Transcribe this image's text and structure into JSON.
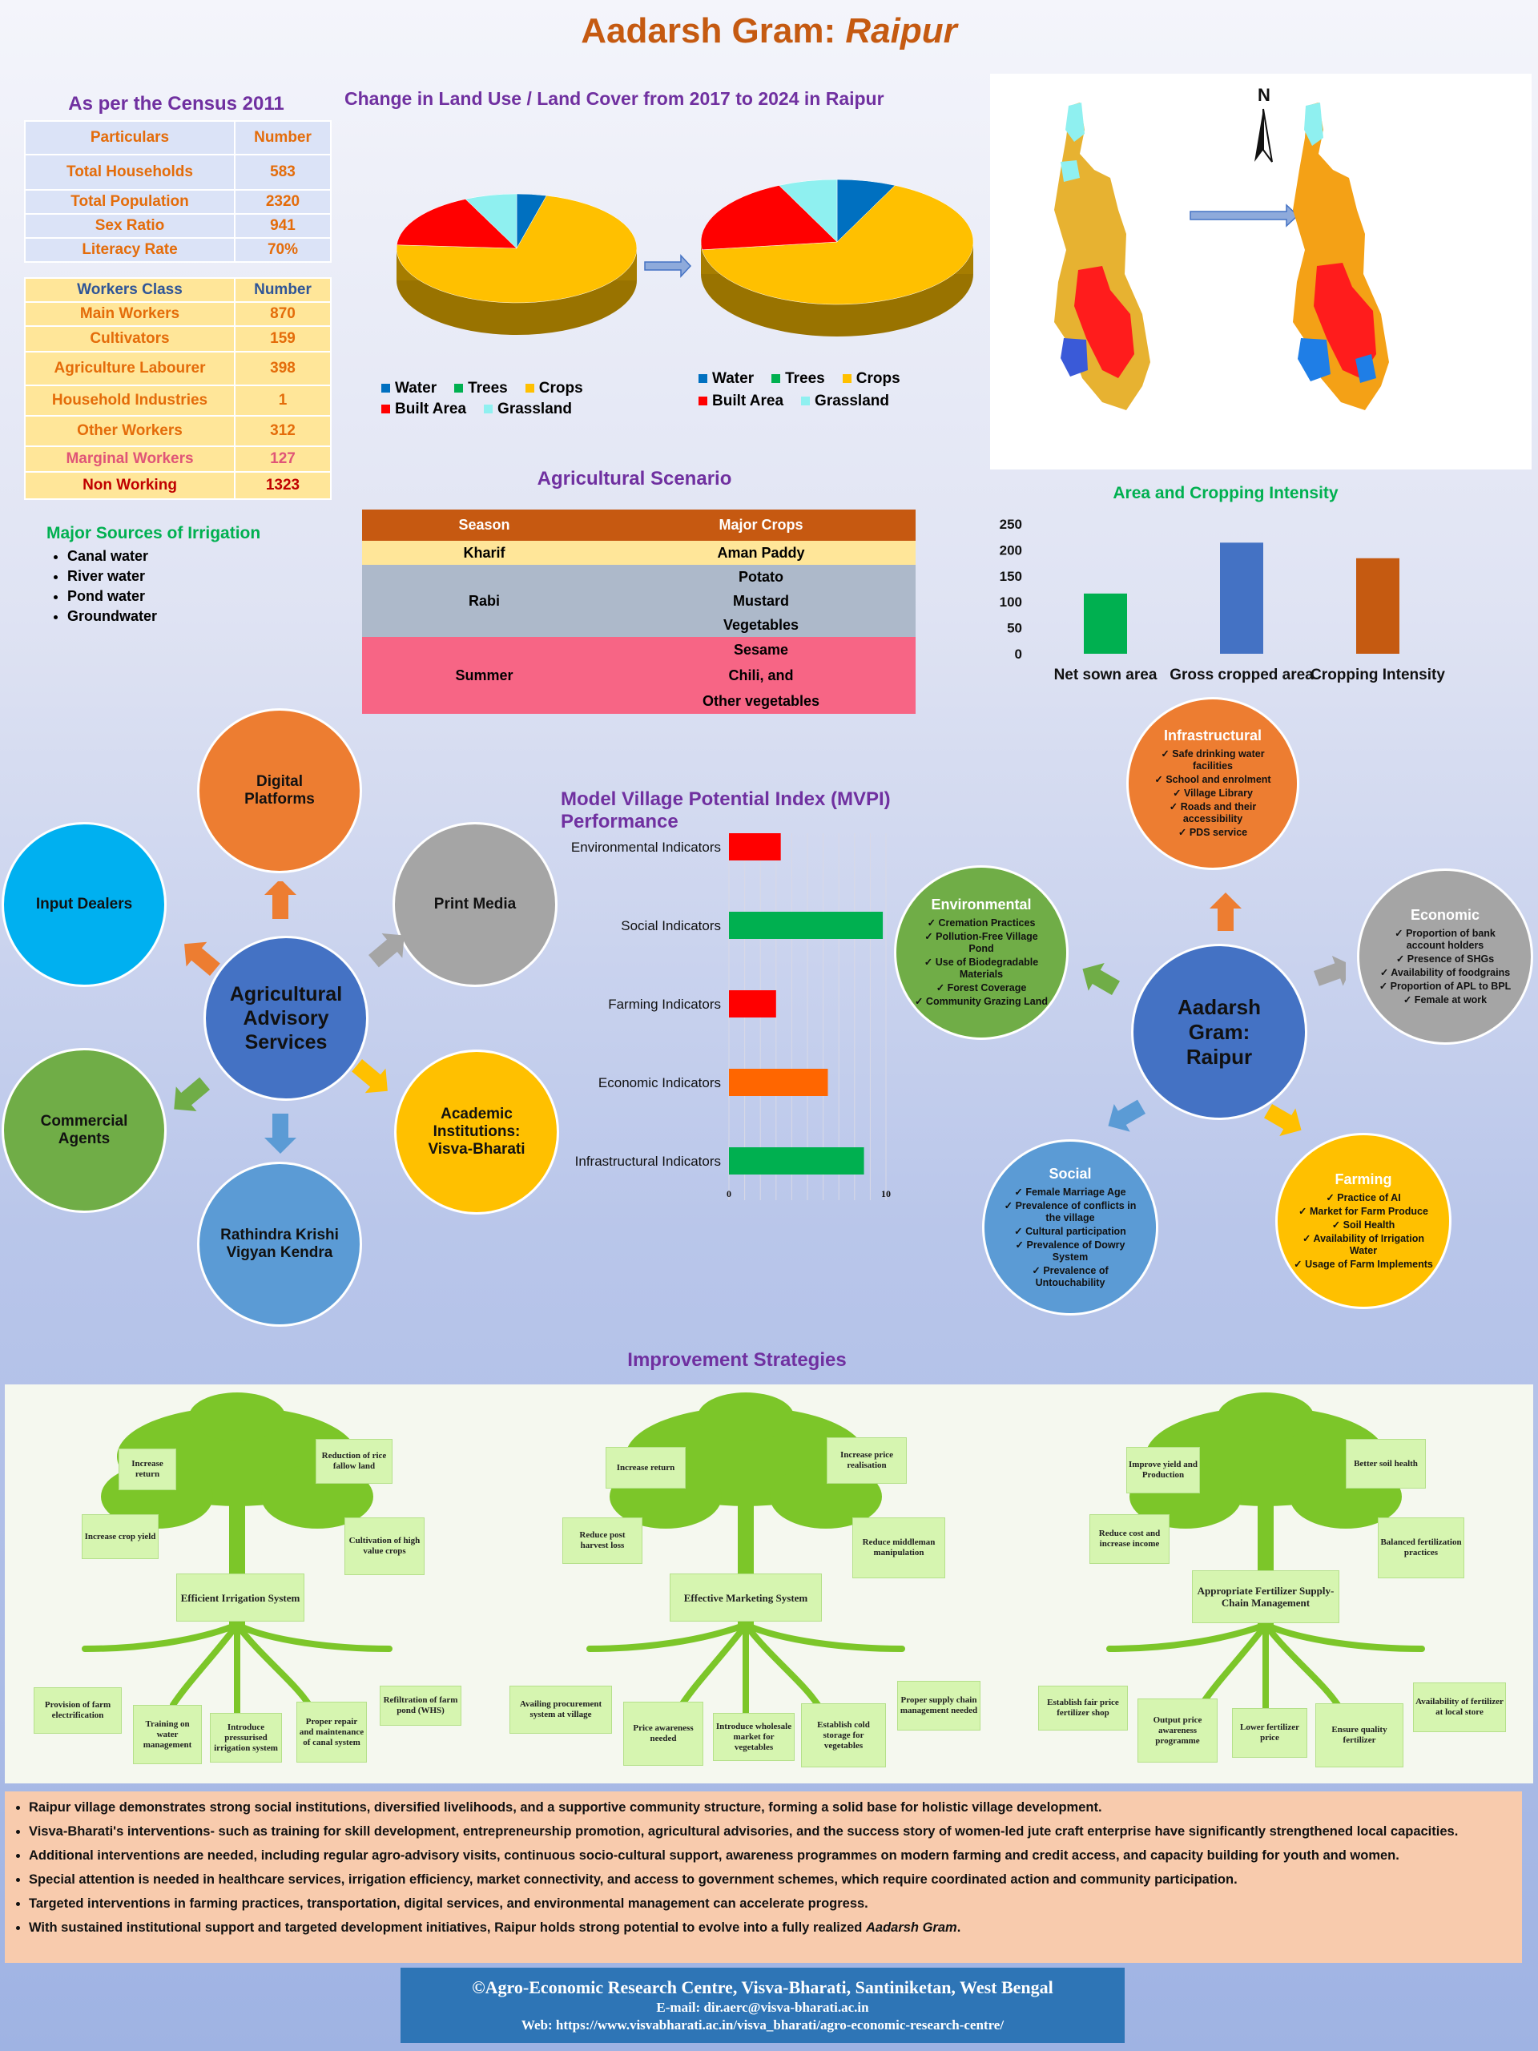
{
  "title": {
    "prefix": "Aadarsh Gram:",
    "village": "Raipur"
  },
  "census": {
    "title": "As per the Census 2011",
    "headers": [
      "Particulars",
      "Number"
    ],
    "rows": [
      [
        "Total Households",
        "583"
      ],
      [
        "Total Population",
        "2320"
      ],
      [
        "Sex Ratio",
        "941"
      ],
      [
        "Literacy Rate",
        "70%"
      ]
    ],
    "workers_headers": [
      "Workers Class",
      "Number"
    ],
    "workers_rows": [
      [
        "Main Workers",
        "870"
      ],
      [
        "Cultivators",
        "159"
      ],
      [
        "Agriculture Labourer",
        "398"
      ],
      [
        "Household Industries",
        "1"
      ],
      [
        "Other Workers",
        "312"
      ],
      [
        "Marginal Workers",
        "127"
      ],
      [
        "Non Working",
        "1323"
      ]
    ]
  },
  "irrigation": {
    "title": "Major Sources of Irrigation",
    "items": [
      "Canal water",
      "River water",
      "Pond water",
      "Groundwater"
    ]
  },
  "landuse": {
    "title": "Change in Land Use / Land Cover from 2017 to 2024 in Raipur",
    "legend": [
      "Water",
      "Trees",
      "Crops",
      "Built Area",
      "Grassland"
    ],
    "colors": {
      "Water": "#0070c0",
      "Trees": "#00b050",
      "Crops": "#ffc000",
      "Built Area": "#ff0000",
      "Grassland": "#8ff0f0"
    }
  },
  "chart_data": [
    {
      "type": "pie",
      "title": "",
      "labels": [
        "Water",
        "Trees",
        "Crops",
        "Built Area",
        "Grassland"
      ],
      "values": [
        4,
        0,
        72,
        17,
        7
      ]
    },
    {
      "type": "pie",
      "title": "",
      "labels": [
        "Water",
        "Trees",
        "Crops",
        "Built Area",
        "Grassland"
      ],
      "values": [
        7,
        0,
        66,
        20,
        7
      ]
    },
    {
      "type": "bar",
      "title": "Area and Cropping Intensity",
      "categories": [
        "Net sown area",
        "Gross cropped area",
        "Cropping Intensity"
      ],
      "values": [
        116,
        214,
        184
      ],
      "colors": [
        "#00b050",
        "#4472c4",
        "#c55a11"
      ],
      "ylim": [
        0,
        250
      ],
      "yticks": [
        "250",
        "200",
        "150",
        "100",
        "50",
        "0"
      ]
    },
    {
      "type": "bar",
      "title": "Model Village Potential Index (MVPI) Performance",
      "orientation": "horizontal",
      "categories": [
        "Environmental Indicators",
        "Social Indicators",
        "Farming Indicators",
        "Economic Indicators",
        "Infrastructural Indicators"
      ],
      "values": [
        3.3,
        9.8,
        3.0,
        6.3,
        8.6
      ],
      "colors": [
        "#ff0000",
        "#00b050",
        "#ff0000",
        "#ff6600",
        "#00b050"
      ],
      "xlim": [
        0,
        10
      ],
      "xticks": [
        "0",
        "10"
      ]
    }
  ],
  "agri": {
    "title": "Agricultural Scenario",
    "headers": [
      "Season",
      "Major Crops"
    ],
    "kharif": {
      "season": "Kharif",
      "crops": [
        "Aman Paddy"
      ]
    },
    "rabi": {
      "season": "Rabi",
      "crops": [
        "Potato",
        "Mustard",
        "Vegetables"
      ]
    },
    "summer": {
      "season": "Summer",
      "crops": [
        "Sesame",
        "Chili,  and",
        "Other vegetables"
      ]
    }
  },
  "advisory": {
    "center": "Agricultural Advisory Services",
    "nodes": {
      "digital": "Digital Platforms",
      "print": "Print Media",
      "academic": "Academic Institutions: Visva-Bharati",
      "kvk": "Rathindra Krishi Vigyan Kendra",
      "commercial": "Commercial Agents",
      "input": "Input Dealers"
    }
  },
  "mvpi": {
    "center": "Aadarsh Gram: Raipur",
    "infrastructural": {
      "title": "Infrastructural",
      "items": [
        "✓ Safe drinking water facilities",
        "✓ School and enrolment",
        "✓ Village Library",
        "✓ Roads and their accessibility",
        "✓ PDS service"
      ]
    },
    "environmental": {
      "title": "Environmental",
      "items": [
        "✓ Cremation Practices",
        "✓ Pollution-Free Village Pond",
        "✓ Use of Biodegradable Materials",
        "✓ Forest Coverage",
        "✓ Community Grazing Land"
      ]
    },
    "economic": {
      "title": "Economic",
      "items": [
        "✓ Proportion of  bank account holders",
        "✓ Presence of SHGs",
        "✓ Availability of foodgrains",
        "✓ Proportion of APL to BPL",
        "✓ Female at work"
      ]
    },
    "social": {
      "title": "Social",
      "items": [
        "✓ Female Marriage Age",
        "✓ Prevalence of conflicts in the village",
        "✓ Cultural participation",
        "✓ Prevalence of Dowry System",
        "✓ Prevalence of Untouchability"
      ]
    },
    "farming": {
      "title": "Farming",
      "items": [
        "✓ Practice of AI",
        "✓ Market for Farm Produce",
        "✓ Soil Health",
        "✓ Availability of Irrigation Water",
        "✓ Usage of Farm Implements"
      ]
    }
  },
  "strategies": {
    "title": "Improvement Strategies",
    "trees": [
      {
        "center": "Efficient Irrigation System",
        "leaves": [
          "Increase return",
          "Reduction of rice fallow land",
          "Increase crop yield",
          "Cultivation of high value crops"
        ],
        "roots": [
          "Provision of farm electrification",
          "Training on water management",
          "Introduce pressurised irrigation system",
          "Proper repair and maintenance of canal system",
          "Refiltration of farm pond (WHS)"
        ]
      },
      {
        "center": "Effective Marketing System",
        "leaves": [
          "Increase return",
          "Increase price realisation",
          "Reduce post harvest loss",
          "Reduce middleman manipulation"
        ],
        "roots": [
          "Availing procurement system at village",
          "Price awareness needed",
          "Introduce wholesale market for vegetables",
          "Establish cold storage for vegetables",
          "Proper supply chain management needed"
        ]
      },
      {
        "center": "Appropriate Fertilizer Supply-Chain Management",
        "leaves": [
          "Improve yield and Production",
          "Better soil health",
          "Reduce cost and increase income",
          "Balanced fertilization practices"
        ],
        "roots": [
          "Establish fair price fertilizer shop",
          "Output price awareness programme",
          "Lower fertilizer price",
          "Ensure quality fertilizer",
          "Availability of fertilizer at local store"
        ]
      }
    ]
  },
  "conclusions": {
    "p1": "Raipur village demonstrates strong social institutions, diversified livelihoods, and a supportive community structure, forming a solid base for holistic village development.",
    "p2": "Visva-Bharati's interventions- such as training for skill development, entrepreneurship promotion, agricultural advisories, and the success story of women-led jute craft enterprise have significantly strengthened local capacities.",
    "p3": "Additional interventions are needed, including regular agro-advisory visits, continuous socio-cultural support, awareness programmes on modern farming and credit access, and capacity building for youth and women.",
    "p4": "Special attention is needed in healthcare services, irrigation efficiency, market connectivity, and access to government schemes, which require coordinated action and community participation.",
    "p5": "Targeted interventions in farming practices, transportation, digital services, and environmental management can accelerate progress.",
    "p6_prefix": "With sustained institutional support and targeted development initiatives, Raipur holds strong potential to evolve into a fully realized ",
    "p6_em": "Aadarsh Gram",
    "p6_suffix": "."
  },
  "footer": {
    "line1": "©Agro-Economic Research Centre, Visva-Bharati, Santiniketan, West Bengal",
    "line2": "E-mail: dir.aerc@visva-bharati.ac.in",
    "line3": "Web: https://www.visvabharati.ac.in/visva_bharati/agro-economic-research-centre/"
  },
  "map": {
    "north": "N"
  }
}
